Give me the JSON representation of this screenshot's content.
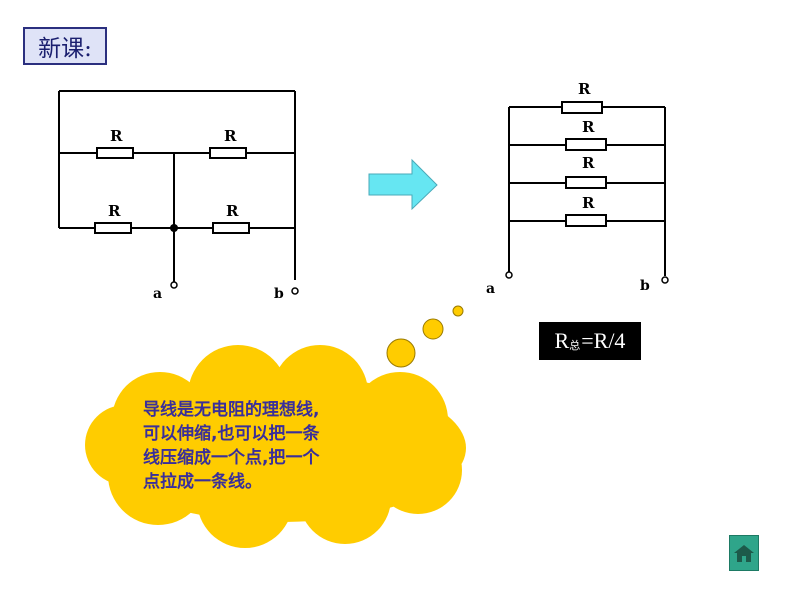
{
  "slide": {
    "section_label": "新课:"
  },
  "circuit_left": {
    "resistor_labels": [
      "R",
      "R",
      "R",
      "R"
    ],
    "terminal_a": "a",
    "terminal_b": "b"
  },
  "circuit_right": {
    "resistor_labels": [
      "R",
      "R",
      "R",
      "R"
    ],
    "terminal_a": "a",
    "terminal_b": "b"
  },
  "formula": {
    "main": "R",
    "subscript": "总",
    "rest": "=R/4"
  },
  "thought_cloud": {
    "lines": [
      "导线是无电阻的理想线,",
      "可以伸缩,也可以把一条",
      "线压缩成一个点,把一个",
      "点拉成一条线。"
    ]
  },
  "colors": {
    "cloud_fill": "#ffcc00",
    "cloud_text": "#3a2f9a",
    "arrow_fill": "#66e6f2",
    "label_box_bg": "#dfe3f7",
    "home_button": "#2fa58a"
  },
  "icons": {
    "navigation": "home-icon",
    "transform": "right-arrow-icon"
  }
}
